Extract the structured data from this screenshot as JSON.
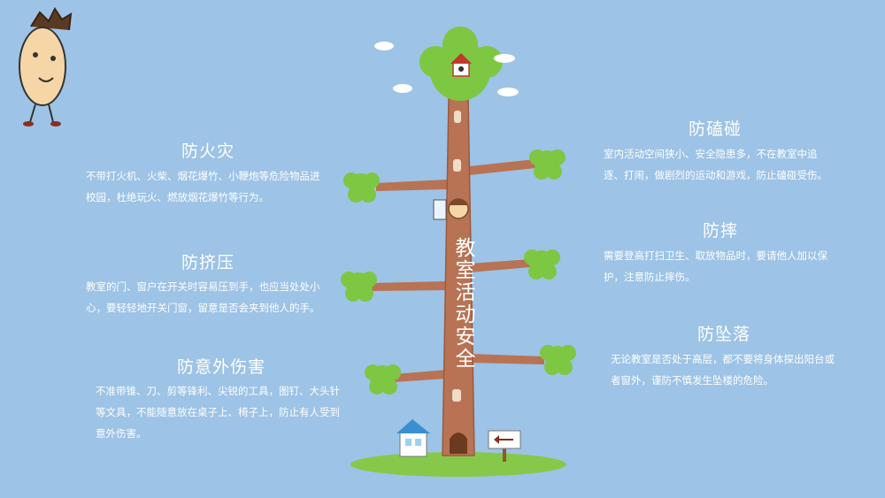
{
  "title": "教室活动安全",
  "left": [
    {
      "heading": "防火灾",
      "text": "不带打火机、火柴、烟花爆竹、小鞭炮等危险物品进校园，杜绝玩火、燃放烟花爆竹等行为。"
    },
    {
      "heading": "防挤压",
      "text": "教室的门、窗户在开关时容易压到手，也应当处处小心，要轻轻地开关门窗，留意是否会夹到他人的手。"
    },
    {
      "heading": "防意外伤害",
      "text": "不准带锥、刀、剪等锋利、尖锐的工具，图钉、大头针等文具，不能随意放在桌子上、椅子上，防止有人受到意外伤害。"
    }
  ],
  "right": [
    {
      "heading": "防磕碰",
      "text": "室内活动空间狭小、安全隐患多，不在教室中追逐、打闹，做剧烈的运动和游戏，防止磕碰受伤。"
    },
    {
      "heading": "防摔",
      "text": "需要登高打扫卫生、取放物品时，要请他人加以保护，注意防止摔伤。"
    },
    {
      "heading": "防坠落",
      "text": "无论教室是否处于高层，都不要将身体探出阳台或者窗外，谨防不慎发生坠楼的危险。"
    }
  ],
  "colors": {
    "background": "#9dc3e6",
    "trunk": "#b87354",
    "leaf": "#7ec742",
    "text": "#ffffff"
  }
}
